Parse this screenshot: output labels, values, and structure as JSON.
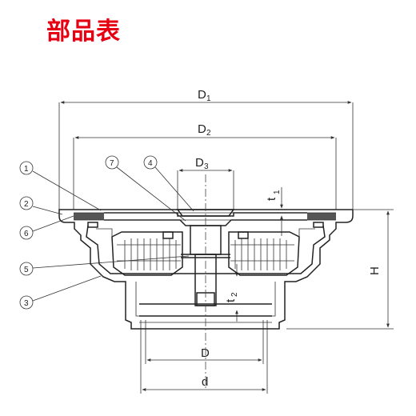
{
  "title": "部品表",
  "dimensions": {
    "D1": {
      "main": "D",
      "sub": "1"
    },
    "D2": {
      "main": "D",
      "sub": "2"
    },
    "D3": {
      "main": "D",
      "sub": "3"
    },
    "t1": {
      "main": "t",
      "sub": "1"
    },
    "t2": {
      "main": "t",
      "sub": "2"
    },
    "H": "H",
    "D": "D",
    "d": "d"
  },
  "callouts": [
    "1",
    "2",
    "3",
    "4",
    "5",
    "6",
    "7"
  ]
}
